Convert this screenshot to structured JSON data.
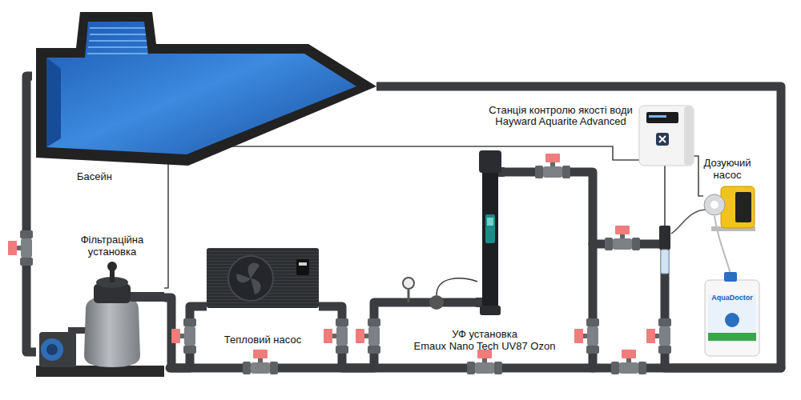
{
  "diagram": {
    "nodes": [
      {
        "text": [
          "Басейн"
        ]
      },
      {
        "text": [
          "Фільтраційна установка"
        ]
      },
      {
        "text": [
          "Тепловий насос"
        ]
      },
      {
        "text": [
          "УФ установка",
          "Emaux Nano Tech UV87 Ozon"
        ]
      },
      {
        "text": [
          "Станція контролю якості води",
          "Hayward Aquarite Advanced"
        ]
      },
      {
        "text": [
          "Дозуючий насос"
        ]
      }
    ],
    "edges": [
      {
        "from": 0,
        "to": 1,
        "arrow": "none"
      },
      {
        "from": 1,
        "to": 2,
        "arrow": "none"
      },
      {
        "from": 2,
        "to": 3,
        "arrow": "none"
      },
      {
        "from": 3,
        "to": 0,
        "arrow": "none"
      },
      {
        "from": 1,
        "to": 4,
        "arrow": "none"
      },
      {
        "from": 4,
        "to": 5,
        "arrow": "none"
      }
    ],
    "labels": [
      "AquaDoctor"
    ]
  }
}
